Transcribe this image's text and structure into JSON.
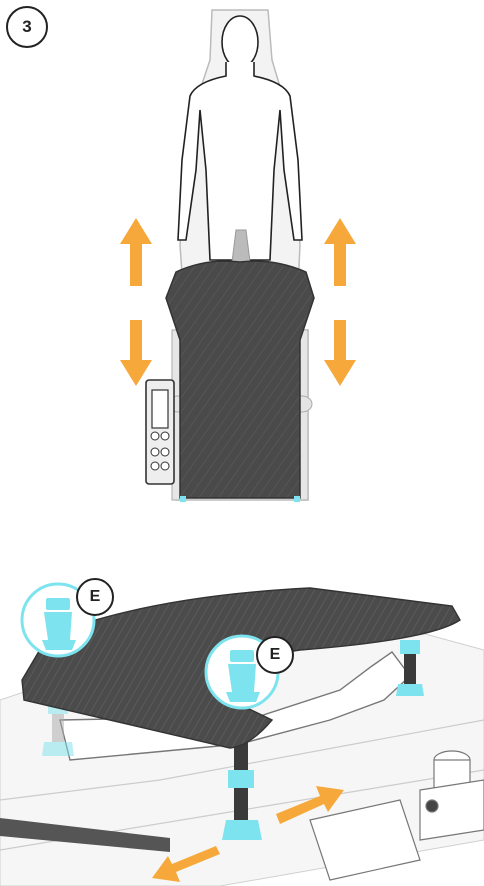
{
  "step": {
    "number": "3"
  },
  "callouts": [
    {
      "label": "E"
    },
    {
      "label": "E"
    }
  ],
  "colors": {
    "arrow": "#f6a93a",
    "accent": "#7de3ee",
    "panel": "#4a4a4a",
    "outline": "#222222"
  },
  "icons": {
    "up_arrow": "arrow-up-icon",
    "down_arrow": "arrow-down-icon",
    "slide_arrow": "diagonal-arrow-icon",
    "leg_insert": "leg-insert-icon"
  }
}
